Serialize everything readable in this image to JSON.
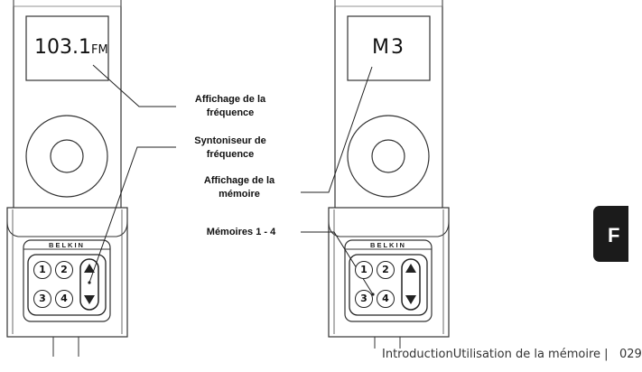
{
  "devices": {
    "left": {
      "display_freq": "103.1",
      "display_unit": "FM",
      "brand": "BELKIN"
    },
    "right": {
      "display_memory": "M3",
      "brand": "BELKIN"
    }
  },
  "buttons": {
    "b1": "1",
    "b2": "2",
    "b3": "3",
    "b4": "4"
  },
  "callouts": {
    "freq_display": [
      "Affichage de la",
      "fréquence"
    ],
    "tuner": [
      "Syntoniseur de",
      "fréquence"
    ],
    "memory_display": [
      "Affichage de la",
      "mémoire"
    ],
    "presets": "Mémoires 1 - 4"
  },
  "tab": {
    "letter": "F"
  },
  "footer": {
    "section": "Introduction",
    "title": "Utilisation de la mémoire",
    "separator": "|",
    "page": "029"
  }
}
